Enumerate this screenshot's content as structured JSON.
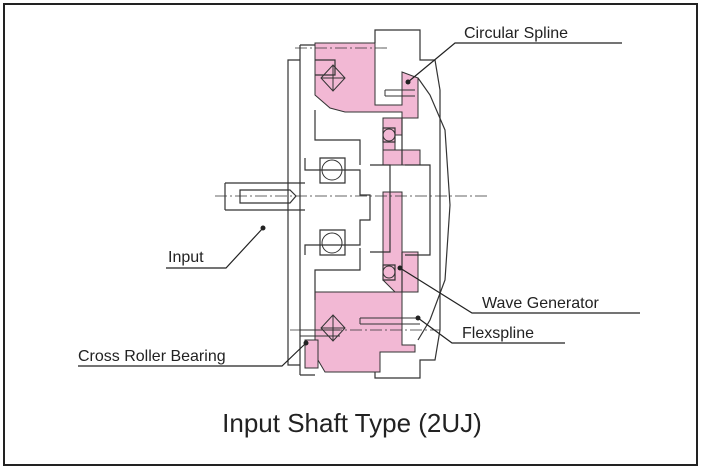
{
  "labels": {
    "circular_spline": "Circular Spline",
    "input": "Input",
    "wave_generator": "Wave Generator",
    "flexspline": "Flexspline",
    "cross_roller_bearing": "Cross Roller Bearing"
  },
  "title": "Input Shaft Type (2UJ)",
  "colors": {
    "highlight_pink": "#f2b8d4",
    "line": "#333333"
  }
}
